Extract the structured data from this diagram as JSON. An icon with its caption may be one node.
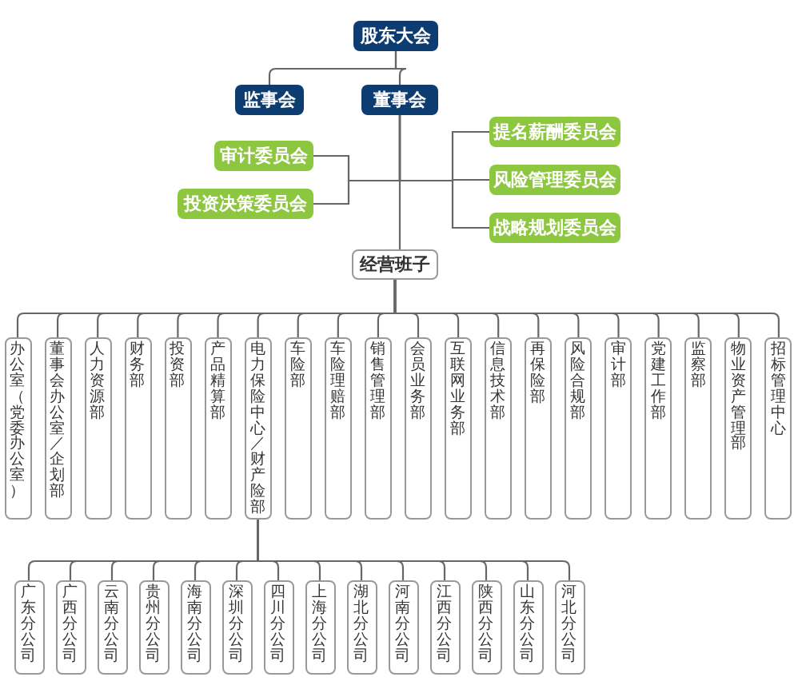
{
  "diagram": {
    "nodes": [
      {
        "text": [
          "股东大会"
        ]
      },
      {
        "text": [
          "监事会"
        ]
      },
      {
        "text": [
          "董事会"
        ]
      },
      {
        "text": [
          "审计委员会"
        ]
      },
      {
        "text": [
          "投资决策委员会"
        ]
      },
      {
        "text": [
          "提名薪酬委员会"
        ]
      },
      {
        "text": [
          "风险管理委员会"
        ]
      },
      {
        "text": [
          "战略规划委员会"
        ]
      },
      {
        "text": [
          "经营班子"
        ]
      },
      {
        "text": [
          "办公室（党委办公室）"
        ]
      },
      {
        "text": [
          "董事会办公室／企划部"
        ]
      },
      {
        "text": [
          "人力资源部"
        ]
      },
      {
        "text": [
          "财务部"
        ]
      },
      {
        "text": [
          "投资部"
        ]
      },
      {
        "text": [
          "产品精算部"
        ]
      },
      {
        "text": [
          "电力保险中心／财产险部"
        ]
      },
      {
        "text": [
          "车险部"
        ]
      },
      {
        "text": [
          "车险理赔部"
        ]
      },
      {
        "text": [
          "销售管理部"
        ]
      },
      {
        "text": [
          "会员业务部"
        ]
      },
      {
        "text": [
          "互联网业务部"
        ]
      },
      {
        "text": [
          "信息技术部"
        ]
      },
      {
        "text": [
          "再保险部"
        ]
      },
      {
        "text": [
          "风险合规部"
        ]
      },
      {
        "text": [
          "审计部"
        ]
      },
      {
        "text": [
          "党建工作部"
        ]
      },
      {
        "text": [
          "监察部"
        ]
      },
      {
        "text": [
          "物业资产管理部"
        ]
      },
      {
        "text": [
          "招标管理中心"
        ]
      },
      {
        "text": [
          "广东分公司"
        ]
      },
      {
        "text": [
          "广西分公司"
        ]
      },
      {
        "text": [
          "云南分公司"
        ]
      },
      {
        "text": [
          "贵州分公司"
        ]
      },
      {
        "text": [
          "海南分公司"
        ]
      },
      {
        "text": [
          "深圳分公司"
        ]
      },
      {
        "text": [
          "四川分公司"
        ]
      },
      {
        "text": [
          "上海分公司"
        ]
      },
      {
        "text": [
          "湖北分公司"
        ]
      },
      {
        "text": [
          "河南分公司"
        ]
      },
      {
        "text": [
          "江西分公司"
        ]
      },
      {
        "text": [
          "陕西分公司"
        ]
      },
      {
        "text": [
          "山东分公司"
        ]
      },
      {
        "text": [
          "河北分公司"
        ]
      }
    ],
    "edges": [
      {
        "from": 0,
        "to": 1,
        "arrow": "none"
      },
      {
        "from": 0,
        "to": 2,
        "arrow": "none"
      },
      {
        "from": 2,
        "to": 3,
        "arrow": "none"
      },
      {
        "from": 2,
        "to": 4,
        "arrow": "none"
      },
      {
        "from": 2,
        "to": 5,
        "arrow": "none"
      },
      {
        "from": 2,
        "to": 6,
        "arrow": "none"
      },
      {
        "from": 2,
        "to": 7,
        "arrow": "none"
      },
      {
        "from": 2,
        "to": 8,
        "arrow": "none"
      },
      {
        "from": 8,
        "to": 9,
        "arrow": "none"
      },
      {
        "from": 8,
        "to": 10,
        "arrow": "none"
      },
      {
        "from": 8,
        "to": 11,
        "arrow": "none"
      },
      {
        "from": 8,
        "to": 12,
        "arrow": "none"
      },
      {
        "from": 8,
        "to": 13,
        "arrow": "none"
      },
      {
        "from": 8,
        "to": 14,
        "arrow": "none"
      },
      {
        "from": 8,
        "to": 15,
        "arrow": "none"
      },
      {
        "from": 8,
        "to": 16,
        "arrow": "none"
      },
      {
        "from": 8,
        "to": 17,
        "arrow": "none"
      },
      {
        "from": 8,
        "to": 18,
        "arrow": "none"
      },
      {
        "from": 8,
        "to": 19,
        "arrow": "none"
      },
      {
        "from": 8,
        "to": 20,
        "arrow": "none"
      },
      {
        "from": 8,
        "to": 21,
        "arrow": "none"
      },
      {
        "from": 8,
        "to": 22,
        "arrow": "none"
      },
      {
        "from": 8,
        "to": 23,
        "arrow": "none"
      },
      {
        "from": 8,
        "to": 24,
        "arrow": "none"
      },
      {
        "from": 8,
        "to": 25,
        "arrow": "none"
      },
      {
        "from": 8,
        "to": 26,
        "arrow": "none"
      },
      {
        "from": 8,
        "to": 27,
        "arrow": "none"
      },
      {
        "from": 8,
        "to": 28,
        "arrow": "none"
      },
      {
        "from": 15,
        "to": 29,
        "arrow": "none"
      },
      {
        "from": 15,
        "to": 30,
        "arrow": "none"
      },
      {
        "from": 15,
        "to": 31,
        "arrow": "none"
      },
      {
        "from": 15,
        "to": 32,
        "arrow": "none"
      },
      {
        "from": 15,
        "to": 33,
        "arrow": "none"
      },
      {
        "from": 15,
        "to": 34,
        "arrow": "none"
      },
      {
        "from": 15,
        "to": 35,
        "arrow": "none"
      },
      {
        "from": 15,
        "to": 36,
        "arrow": "none"
      },
      {
        "from": 15,
        "to": 37,
        "arrow": "none"
      },
      {
        "from": 15,
        "to": 38,
        "arrow": "none"
      },
      {
        "from": 15,
        "to": 39,
        "arrow": "none"
      },
      {
        "from": 15,
        "to": 40,
        "arrow": "none"
      },
      {
        "from": 15,
        "to": 41,
        "arrow": "none"
      },
      {
        "from": 15,
        "to": 42,
        "arrow": "none"
      }
    ]
  }
}
